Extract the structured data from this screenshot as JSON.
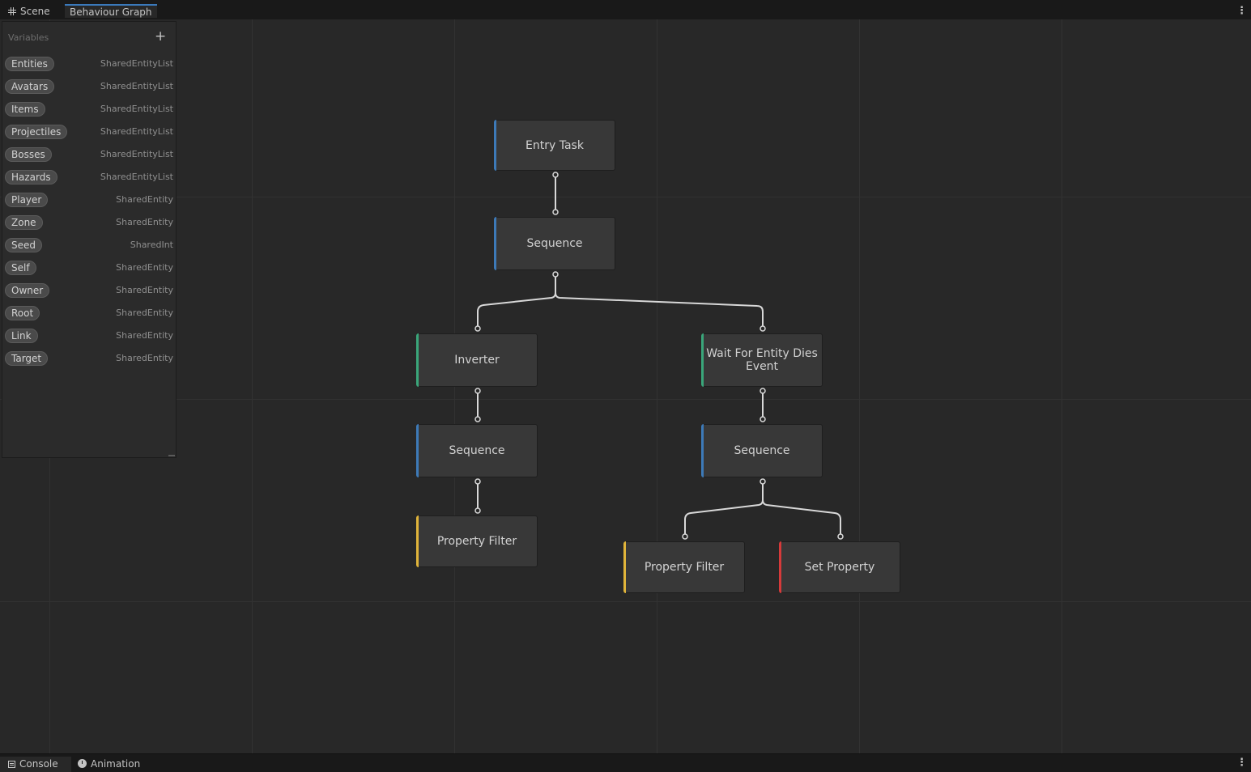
{
  "tabs": {
    "scene": "Scene",
    "behaviour_graph": "Behaviour Graph"
  },
  "variables": {
    "title": "Variables",
    "add_symbol": "+",
    "items": [
      {
        "name": "Entities",
        "type": "SharedEntityList"
      },
      {
        "name": "Avatars",
        "type": "SharedEntityList"
      },
      {
        "name": "Items",
        "type": "SharedEntityList"
      },
      {
        "name": "Projectiles",
        "type": "SharedEntityList"
      },
      {
        "name": "Bosses",
        "type": "SharedEntityList"
      },
      {
        "name": "Hazards",
        "type": "SharedEntityList"
      },
      {
        "name": "Player",
        "type": "SharedEntity"
      },
      {
        "name": "Zone",
        "type": "SharedEntity"
      },
      {
        "name": "Seed",
        "type": "SharedInt"
      },
      {
        "name": "Self",
        "type": "SharedEntity"
      },
      {
        "name": "Owner",
        "type": "SharedEntity"
      },
      {
        "name": "Root",
        "type": "SharedEntity"
      },
      {
        "name": "Link",
        "type": "SharedEntity"
      },
      {
        "name": "Target",
        "type": "SharedEntity"
      }
    ]
  },
  "nodes": {
    "entry": {
      "label": "Entry Task",
      "accent": "#3d7ab8"
    },
    "seq_root": {
      "label": "Sequence",
      "accent": "#3d7ab8"
    },
    "inverter": {
      "label": "Inverter",
      "accent": "#3aa67a"
    },
    "wait_event": {
      "label": "Wait For Entity Dies Event",
      "accent": "#3aa67a"
    },
    "seq_left": {
      "label": "Sequence",
      "accent": "#3d7ab8"
    },
    "seq_right": {
      "label": "Sequence",
      "accent": "#3d7ab8"
    },
    "filter_left": {
      "label": "Property Filter",
      "accent": "#e0b43a"
    },
    "filter_right": {
      "label": "Property Filter",
      "accent": "#e0b43a"
    },
    "set_property": {
      "label": "Set Property",
      "accent": "#d63a3a"
    }
  },
  "bottom_tabs": {
    "console": "Console",
    "animation": "Animation"
  },
  "menu_symbol": "⋮",
  "colors": {
    "selected_tab_accent": "#3a79bb",
    "wire": "#d8d8d8"
  }
}
